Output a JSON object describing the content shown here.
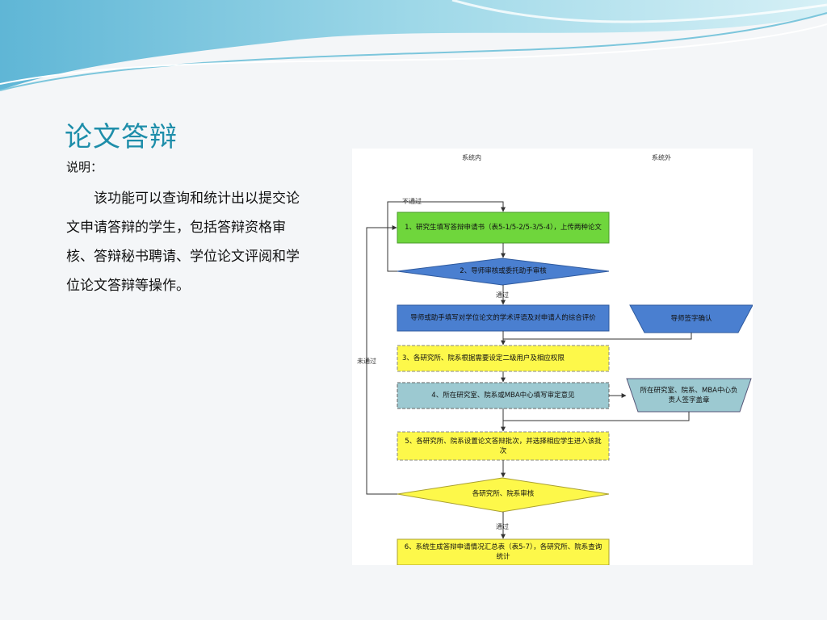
{
  "slide": {
    "title": "论文答辩",
    "note_label": "说明：",
    "note_body": "该功能可以查询和统计出以提交论文申请答辩的学生，包括答辩资格审核、答辩秘书聘请、学位论文评阅和学位论文答辩等操作。"
  },
  "diagram": {
    "columns": {
      "inside": "系统内",
      "outside": "系统外"
    },
    "nodes": {
      "step1": "1、研究生填写答辩申请书（表5-1/5-2/5-3/5-4），上传两种论文",
      "step2": "2、导师审核或委托助手审核",
      "review": "导师或助手填写对学位论文的学术评语及对申请人的综合评价",
      "sign": "导师签字确认",
      "step3": "3、各研究所、院系根据需要设定二级用户及相应权限",
      "step4": "4、所在研究室、院系或MBA中心填写审定意见",
      "dept_sign": "所在研究室、院系、MBA中心负责人签字盖章",
      "step5": "5、各研究所、院系设置论文答辩批次，并选择相应学生进入该批次",
      "dept_review": "各研究所、院系审核",
      "step6": "6、系统生成答辩申请情况汇总表（表5-7），各研究所、院系查询统计"
    },
    "edge_labels": {
      "not_pass_top": "不通过",
      "pass1": "通过",
      "not_pass_left": "未通过",
      "pass2": "通过"
    },
    "colors": {
      "green": "#6fd63c",
      "blue": "#4a7fd0",
      "yellow": "#fdf84a",
      "teal": "#9cc9d1",
      "title": "#1e8eaa"
    }
  }
}
